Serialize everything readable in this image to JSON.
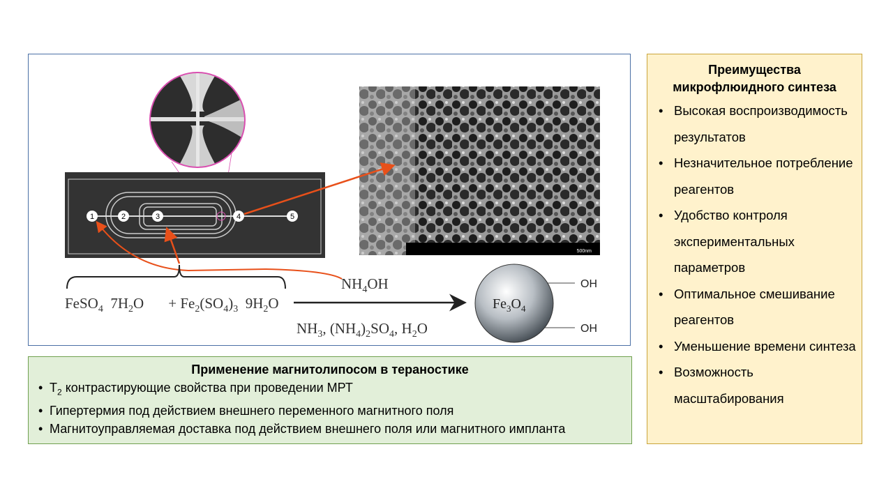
{
  "diagram": {
    "chip_ports": [
      "1",
      "2",
      "3",
      "4",
      "5"
    ],
    "scale_bar_label": "500nm",
    "reagent_1": {
      "base": "FeSO",
      "sub": "4",
      "rest": "  7H",
      "sub2": "2",
      "end": "O"
    },
    "reagent_2": {
      "a": " + Fe",
      "s1": "2",
      "b": "(SO",
      "s2": "4",
      "c": ")",
      "s3": "3",
      "d": "  9H",
      "s4": "2",
      "e": "O"
    },
    "above_arrow": {
      "a": "NH",
      "s": "4",
      "b": "OH"
    },
    "below_arrow": {
      "a": "NH",
      "s1": "3",
      "b": ", (NH",
      "s2": "4",
      "c": ")",
      "s3": "2",
      "d": "SO",
      "s4": "4",
      "e": ", H",
      "s5": "2",
      "f": "O"
    },
    "particle": {
      "a": "Fe",
      "s1": "3",
      "b": "O",
      "s2": "4"
    },
    "surface_groups": [
      "OH",
      "OH"
    ],
    "colors": {
      "arrow": "#e8501a",
      "magnifier": "#d94fb0",
      "border": "#4a6fa5"
    }
  },
  "applications": {
    "title": "Применение магнитолипосом в тераностике",
    "items": [
      {
        "prefix": "T",
        "sub": "2",
        "text": " контрастирующие свойства при проведении МРТ"
      },
      {
        "text": "Гипертермия под действием внешнего переменного магнитного поля"
      },
      {
        "text": "Магнитоуправляемая доставка под действием внешнего поля или магнитного импланта"
      }
    ]
  },
  "advantages": {
    "title_line1": "Преимущества",
    "title_line2": "микрофлюидного синтеза",
    "items": [
      "Высокая воспроизводимость результатов",
      "Незначительное потребление реагентов",
      "Удобство контроля экспериментальных параметров",
      "Оптимальное смешивание реагентов",
      "Уменьшение времени синтеза",
      "Возможность масштабирования"
    ]
  }
}
